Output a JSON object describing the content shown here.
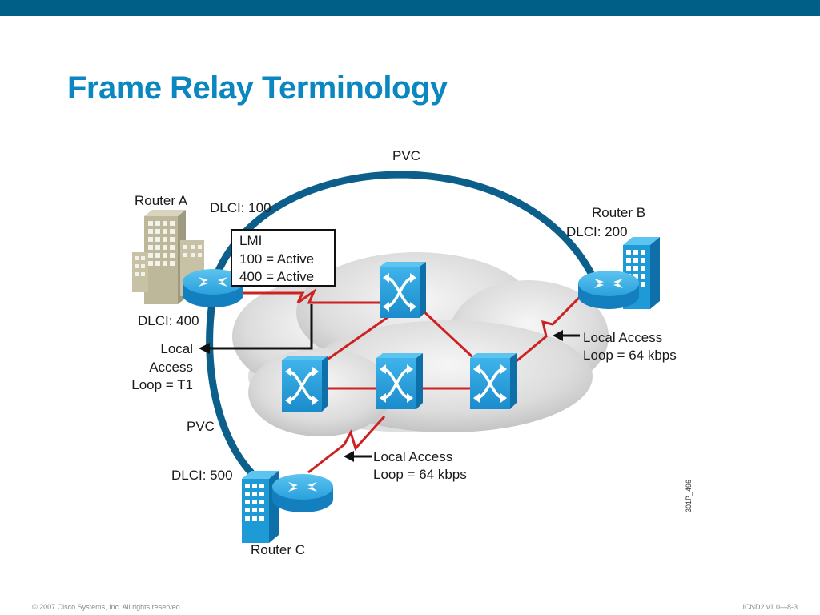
{
  "slide": {
    "title": "Frame Relay Terminology",
    "footer_left": "© 2007 Cisco Systems, Inc. All rights reserved.",
    "footer_right": "ICND2 v1.0—8-3",
    "figure_id": "301P_496",
    "colors": {
      "top_bar": "#005f87",
      "title": "#0a86c0",
      "pvc": "#0b5f8a",
      "link": "#cc2222",
      "device": "#1e9ad6"
    }
  },
  "diagram": {
    "pvc_top_label": "PVC",
    "pvc_left_label": "PVC",
    "router_a": {
      "label": "Router A",
      "dlci_top": "DLCI: 100",
      "dlci_bottom": "DLCI: 400"
    },
    "router_b": {
      "label": "Router B",
      "dlci": "DLCI: 200"
    },
    "router_c": {
      "label": "Router C",
      "dlci": "DLCI: 500"
    },
    "lmi_box": {
      "line1": "LMI",
      "line2": "100 = Active",
      "line3": "400 = Active"
    },
    "access_a": {
      "line1": "Local",
      "line2": "Access",
      "line3": "Loop = T1"
    },
    "access_b": {
      "line1": "Local Access",
      "line2": "Loop = 64 kbps"
    },
    "access_c": {
      "line1": "Local Access",
      "line2": "Loop = 64 kbps"
    },
    "icons": [
      "building-icon",
      "router-icon",
      "frame-relay-switch-icon",
      "cloud-icon",
      "pvc-arc",
      "serial-link"
    ]
  }
}
